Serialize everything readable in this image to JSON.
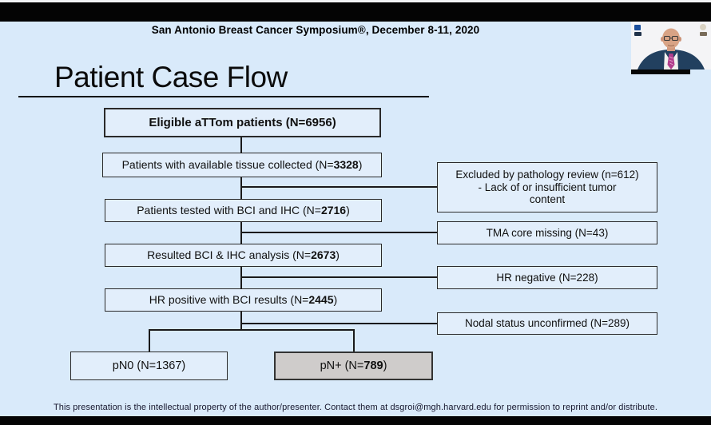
{
  "banner": {
    "text": "San Antonio Breast Cancer Symposium®, December 8-11, 2020"
  },
  "slide": {
    "title": "Patient Case Flow",
    "footer": "This presentation is the intellectual property of the author/presenter. Contact them at dsgroi@mgh.harvard.edu for permission to reprint and/or distribute."
  },
  "flowchart": {
    "main": [
      {
        "pre": "Eligible aTTom patients (N=",
        "num": "6956",
        "post": ")"
      },
      {
        "pre": "Patients with available tissue collected (N=",
        "num": "3328",
        "post": ")"
      },
      {
        "pre": "Patients tested with BCI and IHC (N=",
        "num": "2716",
        "post": ")"
      },
      {
        "pre": "Resulted BCI & IHC analysis (N=",
        "num": "2673",
        "post": ")"
      },
      {
        "pre": "HR positive with BCI results (N=",
        "num": "2445",
        "post": ")"
      }
    ],
    "side": [
      {
        "line1": "Excluded by pathology review (n=612)",
        "line2": "- Lack of or insufficient tumor",
        "line3": "content"
      },
      {
        "text": "TMA core missing (N=43)"
      },
      {
        "text": "HR negative (N=228)"
      },
      {
        "text": "Nodal status unconfirmed (N=289)"
      }
    ],
    "outcome": [
      {
        "text": "pN0 (N=1367)"
      },
      {
        "pre": "pN+ (N=",
        "num": "789",
        "post": ")"
      }
    ]
  },
  "webcam": {
    "icon": "presenter-webcam-video"
  },
  "colors": {
    "slide_bg": "#d9eafa",
    "box_fill": "#e2eefb",
    "box_border": "#2a2a2a",
    "highlight_box_fill": "#cfcccb",
    "chrome_bar": "#040404"
  }
}
